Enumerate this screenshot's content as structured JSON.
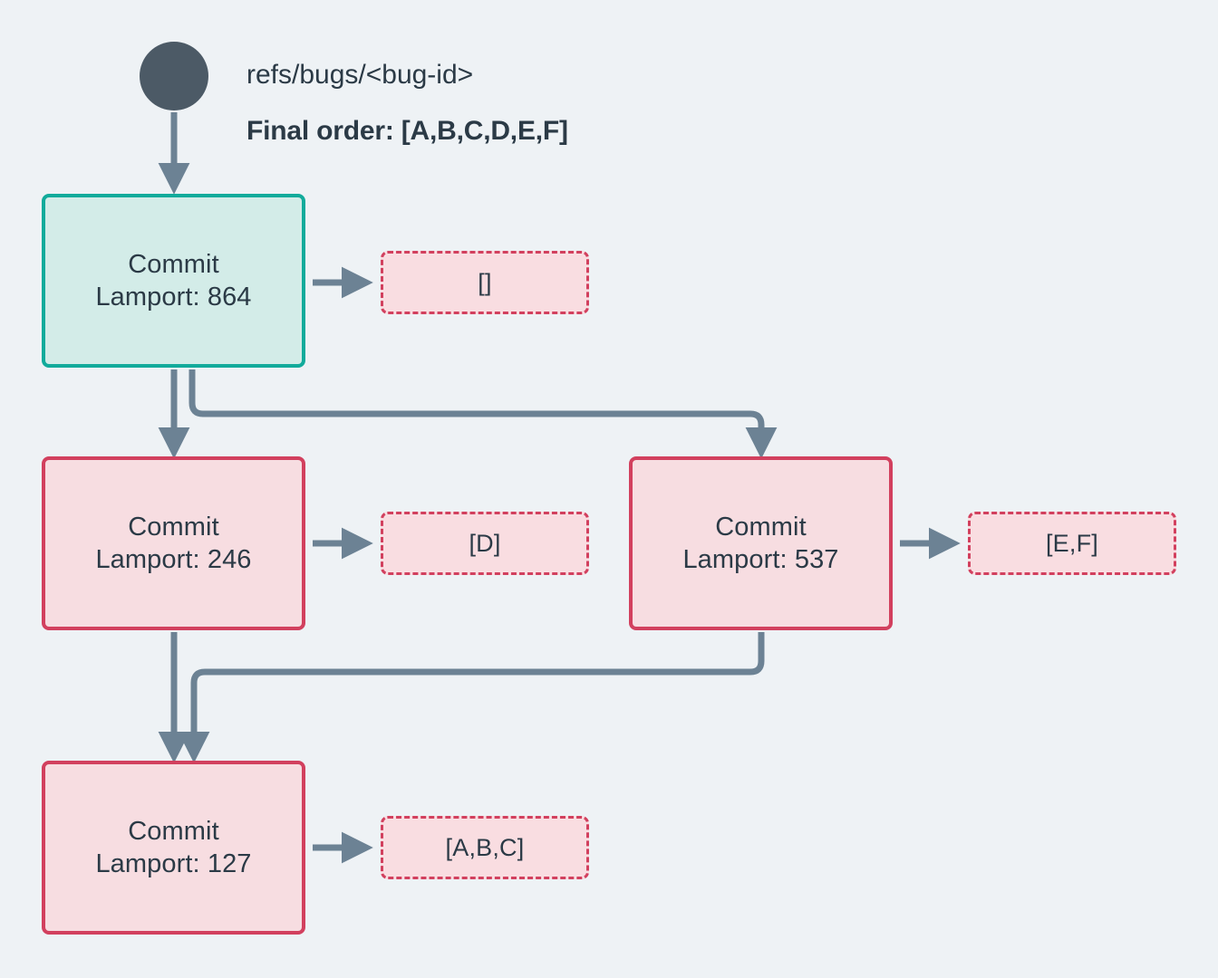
{
  "canvas": {
    "background": "#eef2f5",
    "edge_color": "#6c8294",
    "teal_border": "#12ab9b",
    "teal_fill": "#d3ece8",
    "pink_border": "#d2405e",
    "pink_fill": "#f7dde1",
    "payload_fill": "#f9dde1",
    "text_color": "#2b3a46",
    "root_dot_color": "#4c5a66"
  },
  "header": {
    "ref_label": "refs/bugs/<bug-id>",
    "final_order_label": "Final order: [A,B,C,D,E,F]"
  },
  "nodes": [
    {
      "id": "commit-864",
      "title": "Commit",
      "lamport_label": "Lamport: 864",
      "lamport": 864,
      "style": "teal",
      "payload": "[]"
    },
    {
      "id": "commit-246",
      "title": "Commit",
      "lamport_label": "Lamport: 246",
      "lamport": 246,
      "style": "pink",
      "payload": "[D]"
    },
    {
      "id": "commit-537",
      "title": "Commit",
      "lamport_label": "Lamport: 537",
      "lamport": 537,
      "style": "pink",
      "payload": "[E,F]"
    },
    {
      "id": "commit-127",
      "title": "Commit",
      "lamport_label": "Lamport: 127",
      "lamport": 127,
      "style": "pink",
      "payload": "[A,B,C]"
    }
  ]
}
